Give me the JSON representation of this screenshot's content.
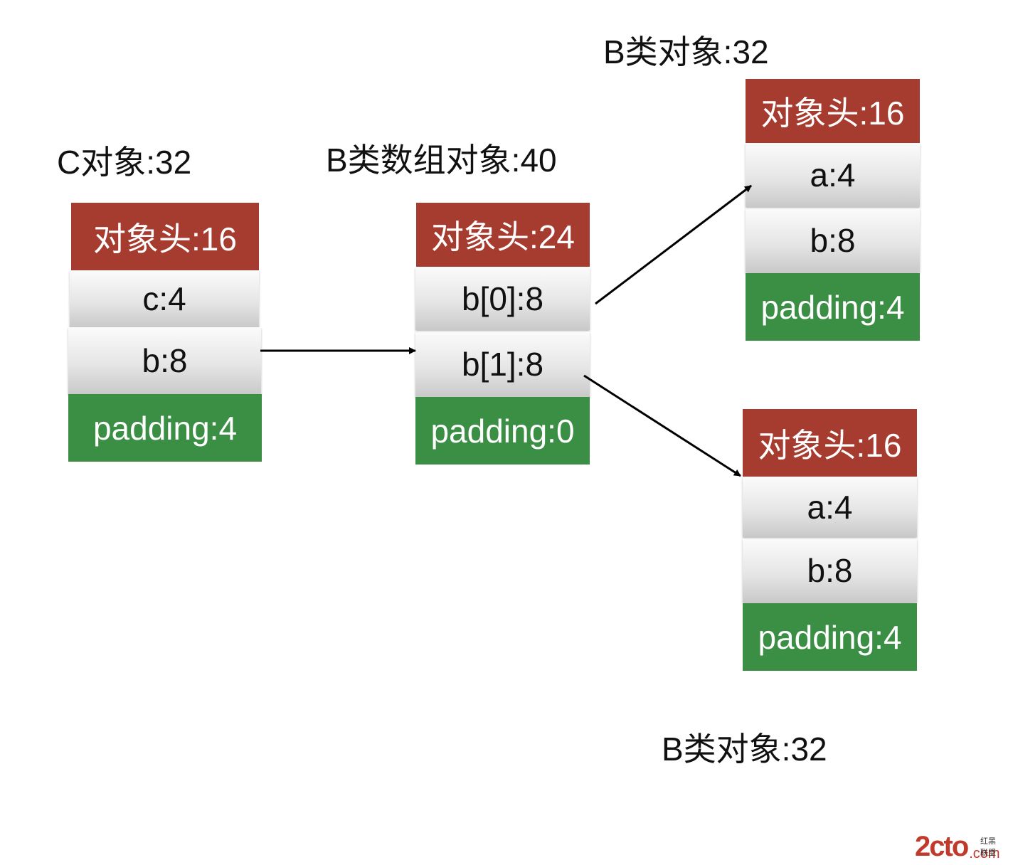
{
  "titles": {
    "c_object": "C对象:32",
    "b_array": "B类数组对象:40",
    "b_object_top": "B类对象:32",
    "b_object_bottom": "B类对象:32"
  },
  "c_object": {
    "header": "对象头:16",
    "field_c": "c:4",
    "field_b": "b:8",
    "padding": "padding:4"
  },
  "b_array": {
    "header": "对象头:24",
    "elem0": "b[0]:8",
    "elem1": "b[1]:8",
    "padding": "padding:0"
  },
  "b_object_top": {
    "header": "对象头:16",
    "field_a": "a:4",
    "field_b": "b:8",
    "padding": "padding:4"
  },
  "b_object_bottom": {
    "header": "对象头:16",
    "field_a": "a:4",
    "field_b": "b:8",
    "padding": "padding:4"
  },
  "watermark": {
    "main": "2cto",
    "suffix": ".com",
    "cn": "红黑联盟"
  },
  "colors": {
    "header": "#a63c2f",
    "padding": "#3b8f45",
    "field": "#e6e6e6"
  }
}
